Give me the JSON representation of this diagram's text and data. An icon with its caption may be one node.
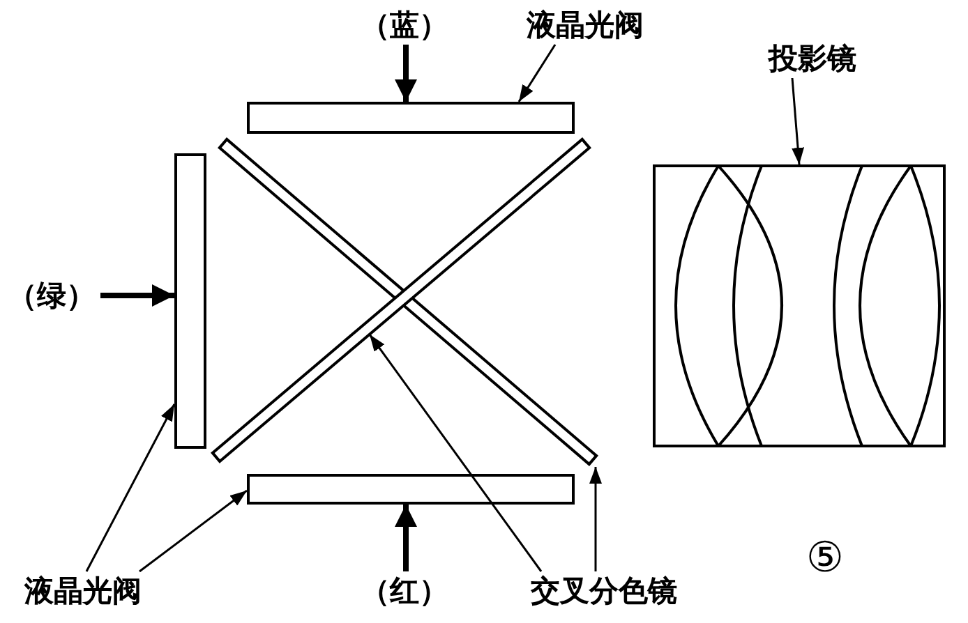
{
  "diagram": {
    "nodes": [
      {
        "text": [
          "（蓝）"
        ]
      },
      {
        "text": [
          "液晶光阀"
        ]
      },
      {
        "text": [],
        "shape": "bar"
      },
      {
        "text": [
          "投影镜"
        ]
      },
      {
        "text": [],
        "shape": "bar"
      },
      {
        "text": [],
        "shape": "bar"
      },
      {
        "text": [],
        "shape": "picture"
      },
      {
        "text": [
          "（绿）"
        ]
      },
      {
        "text": [],
        "shape": "bar"
      },
      {
        "text": [],
        "shape": "bar"
      },
      {
        "text": [
          "液晶光阀"
        ]
      },
      {
        "text": [
          "（红）"
        ]
      },
      {
        "text": [
          "交叉分色镜"
        ]
      }
    ],
    "edges": [
      {
        "from": 0,
        "to": 2,
        "arrow": "to",
        "style": "thick"
      },
      {
        "from": 1,
        "to": 2,
        "arrow": "to"
      },
      {
        "from": 3,
        "to": 6,
        "arrow": "to"
      },
      {
        "from": 7,
        "to": 8,
        "arrow": "to",
        "style": "thick"
      },
      {
        "from": 10,
        "to": 8,
        "arrow": "to"
      },
      {
        "from": 10,
        "to": 9,
        "arrow": "to"
      },
      {
        "from": 11,
        "to": 9,
        "arrow": "to",
        "style": "thick"
      },
      {
        "from": 12,
        "to": 5,
        "arrow": "to"
      },
      {
        "from": 12,
        "to": 4,
        "arrow": "to"
      }
    ],
    "labels": [
      "⑤"
    ]
  }
}
